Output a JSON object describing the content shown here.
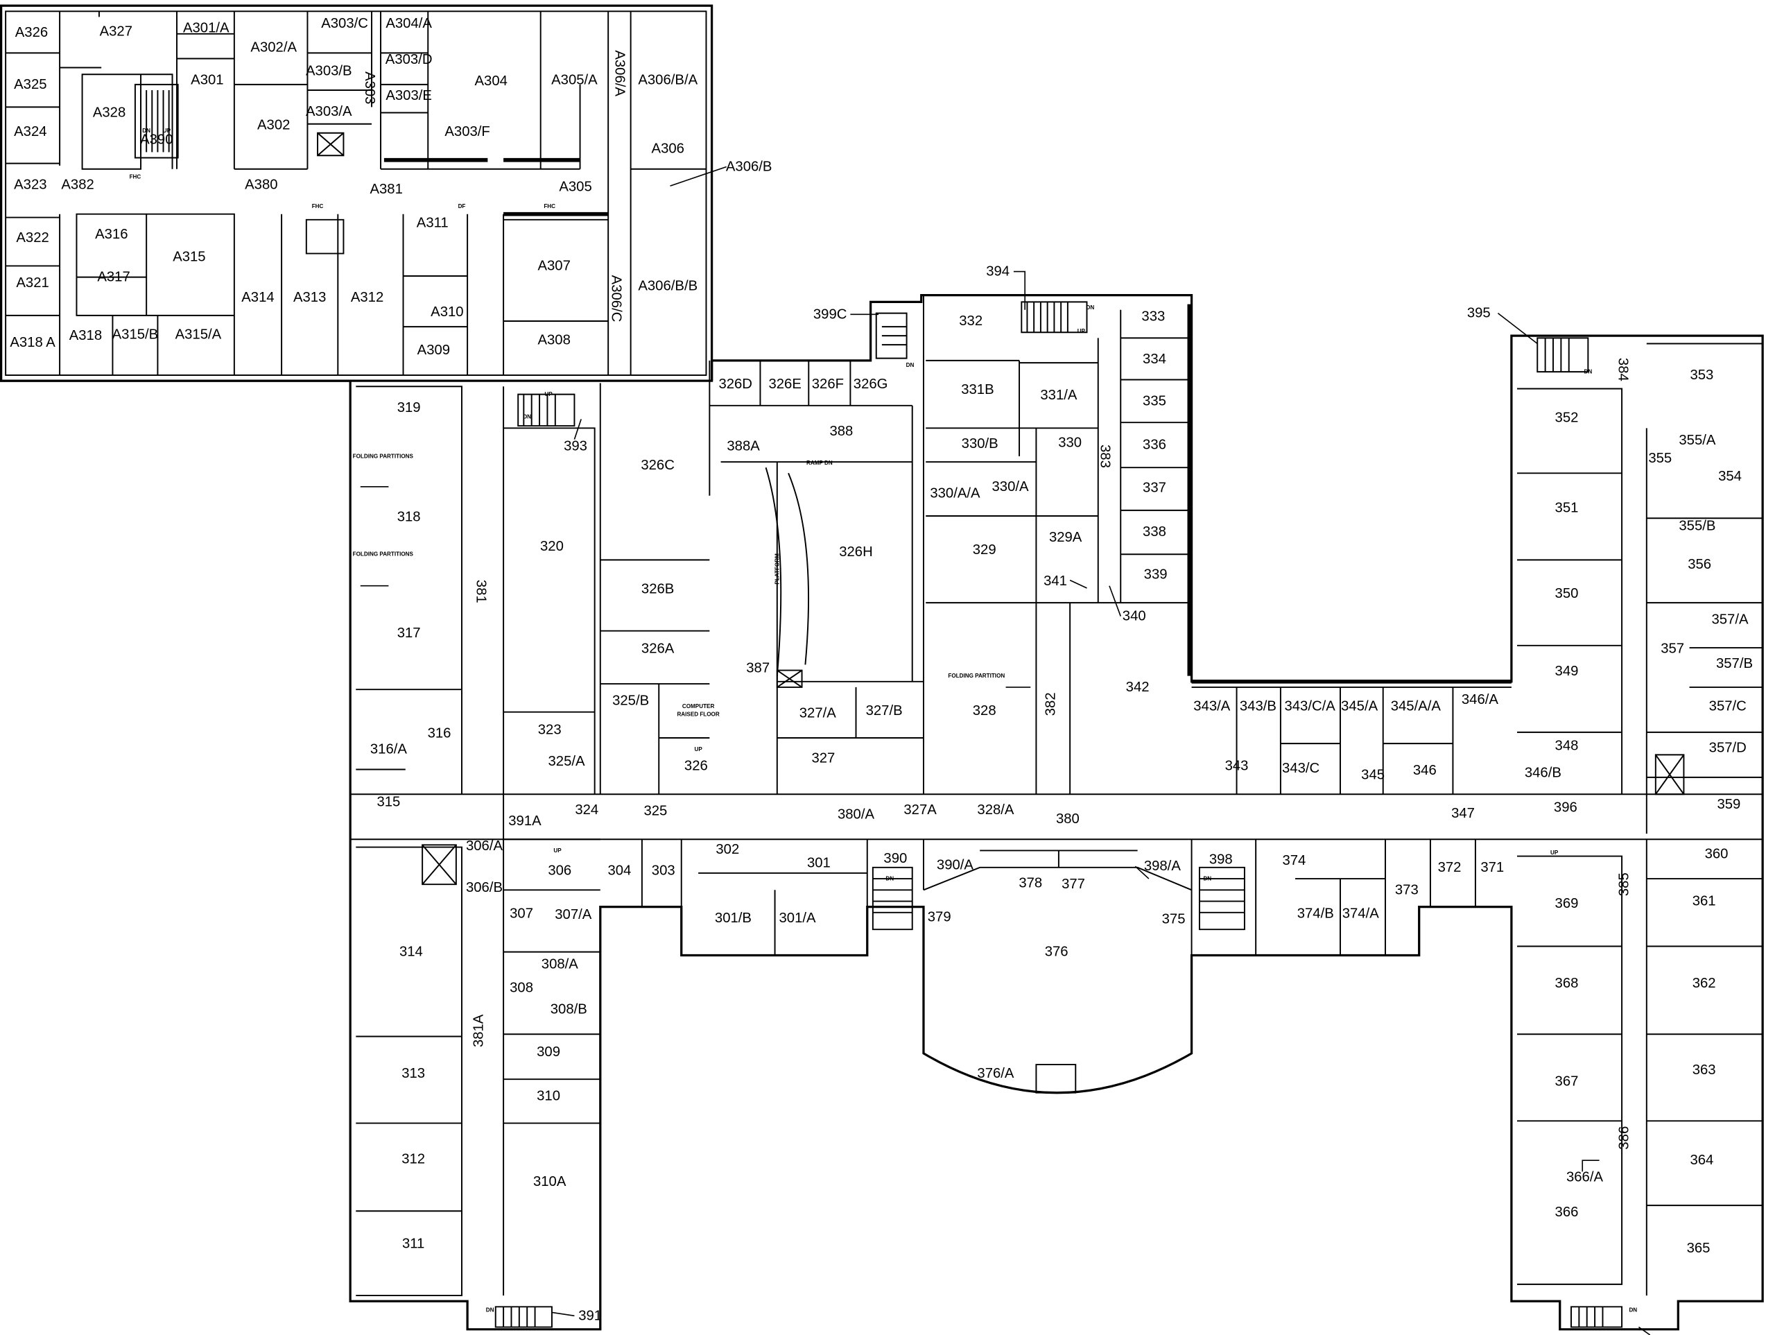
{
  "annex_rooms": [
    "A326",
    "A327",
    "A301/A",
    "A302/A",
    "A303/C",
    "A304/A",
    "A303/D",
    "A303/B",
    "A303",
    "A303/E",
    "A303/A",
    "A301",
    "A304",
    "A305/A",
    "A306/A",
    "A306/B/A",
    "A325",
    "A328",
    "A390",
    "A324",
    "A302",
    "A303/F",
    "A306",
    "A306/B",
    "A323",
    "A382",
    "A380",
    "A381",
    "A305",
    "A322",
    "A316",
    "A315",
    "A307",
    "A311",
    "A321",
    "A317",
    "A314",
    "A313",
    "A312",
    "A310",
    "A306/C",
    "A306/B/B",
    "A318 A",
    "A318",
    "A315/B",
    "A315/A",
    "A309",
    "A308"
  ],
  "main_rooms": [
    "399C",
    "394",
    "332",
    "333",
    "334",
    "335",
    "331B",
    "331/A",
    "395",
    "353",
    "384",
    "352",
    "319",
    "326D",
    "326E",
    "326F",
    "326G",
    "388",
    "388A",
    "393",
    "330/B",
    "330",
    "383",
    "336",
    "337",
    "338",
    "339",
    "355/A",
    "355",
    "354",
    "326C",
    "330/A/A",
    "330/A",
    "318",
    "320",
    "326H",
    "329",
    "329A",
    "351",
    "355/B",
    "356",
    "341",
    "340",
    "350",
    "381",
    "326B",
    "317",
    "326A",
    "357/A",
    "357",
    "357/B",
    "349",
    "387",
    "342",
    "328",
    "382",
    "325/B",
    "327/A",
    "327/B",
    "343/A",
    "343/B",
    "343/C/A",
    "345/A",
    "345/A/A",
    "346/A",
    "357/C",
    "316/A",
    "316",
    "323",
    "348",
    "357/D",
    "325/A",
    "327",
    "326",
    "343",
    "343/C",
    "345",
    "346",
    "346/B",
    "328/A",
    "315",
    "324",
    "325",
    "380/A",
    "327A",
    "380",
    "347",
    "359",
    "396",
    "391A",
    "302",
    "301",
    "390",
    "390/A",
    "378",
    "377",
    "398/A",
    "398",
    "374",
    "372",
    "371",
    "360",
    "306/A",
    "306",
    "304",
    "303",
    "306/B",
    "373",
    "385",
    "369",
    "361",
    "307",
    "307/A",
    "301/B",
    "301/A",
    "379",
    "375",
    "374/B",
    "374/A",
    "376",
    "314",
    "308/A",
    "308",
    "308/B",
    "368",
    "362",
    "381A",
    "309",
    "313",
    "363",
    "367",
    "310",
    "376/A",
    "312",
    "386",
    "364",
    "366/A",
    "310A",
    "366",
    "311",
    "365",
    "391"
  ],
  "notes": {
    "fhc": "FHC",
    "dn": "DN",
    "up": "UP",
    "df": "DF",
    "folding_partitions": "FOLDING PARTITIONS",
    "folding_partition": "FOLDING PARTITION",
    "computer": "COMPUTER",
    "raised_floor": "RAISED FLOOR",
    "platform": "PLATFORM",
    "ramp_dn": "RAMP DN"
  }
}
